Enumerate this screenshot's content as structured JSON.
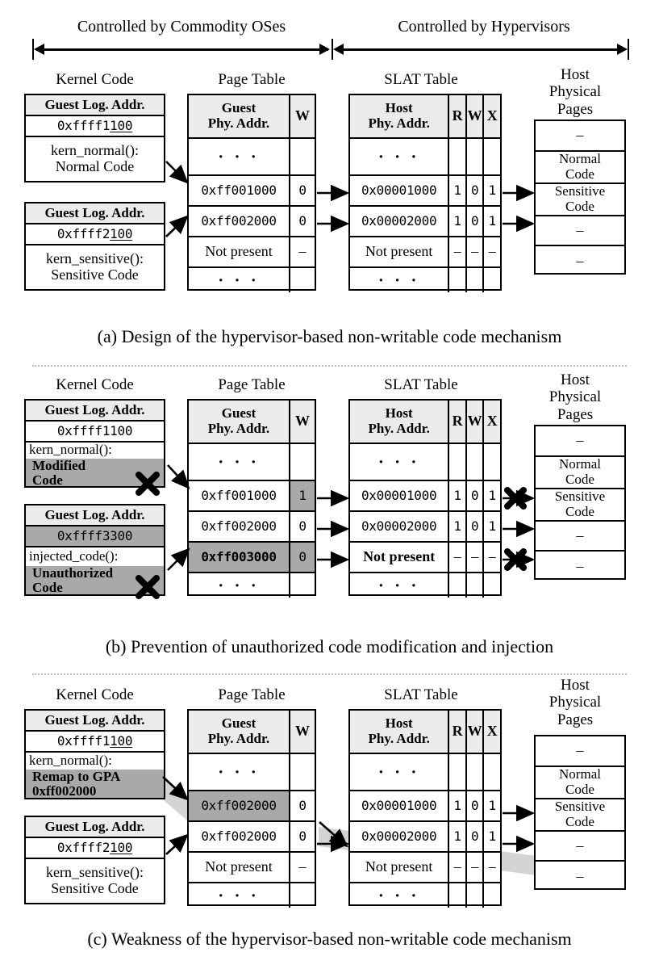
{
  "scope": {
    "left_label": "Controlled by Commodity OSes",
    "right_label": "Controlled by Hypervisors"
  },
  "column_titles": {
    "kernel_code": "Kernel Code",
    "page_table": "Page Table",
    "slat_table": "SLAT Table",
    "host_pages_l1": "Host",
    "host_pages_l2": "Physical",
    "host_pages_l3": "Pages"
  },
  "headers": {
    "guest_log_addr": "Guest Log. Addr.",
    "guest_phy_l1": "Guest",
    "guest_phy_l2": "Phy. Addr.",
    "host_phy_l1": "Host",
    "host_phy_l2": "Phy. Addr.",
    "w": "W",
    "r": "R",
    "x": "X"
  },
  "glyphs": {
    "dots": "· · ·",
    "dash": "–",
    "cross": "✖"
  },
  "panel_a": {
    "caption": "(a) Design of the hypervisor-based non-writable code mechanism",
    "kernel_blocks": [
      {
        "header": "Guest Log. Addr.",
        "addr_prefix": "0xffff1",
        "addr_suffix": "100",
        "addr_underlined": true,
        "func": "kern_normal():",
        "desc": "Normal Code",
        "desc_shaded": false
      },
      {
        "header": "Guest Log. Addr.",
        "addr_prefix": "0xffff2",
        "addr_suffix": "100",
        "addr_underlined": true,
        "func": "kern_sensitive():",
        "desc": "Sensitive Code",
        "desc_shaded": false
      }
    ],
    "page_table": {
      "columns": [
        "Guest Phy. Addr.",
        "W"
      ],
      "rows": [
        {
          "addr": "· · ·",
          "w": "",
          "type": "dots"
        },
        {
          "addr": "0xff001000",
          "w": "0",
          "type": "entry",
          "addr_shaded": false,
          "w_shaded": false
        },
        {
          "addr": "0xff002000",
          "w": "0",
          "type": "entry",
          "addr_shaded": false,
          "w_shaded": false
        },
        {
          "addr": "Not present",
          "w": "–",
          "type": "absent"
        },
        {
          "addr": "· · ·",
          "w": "",
          "type": "dots"
        }
      ]
    },
    "slat_table": {
      "columns": [
        "Host Phy. Addr.",
        "R",
        "W",
        "X"
      ],
      "rows": [
        {
          "addr": "· · ·",
          "r": "",
          "w": "",
          "x": "",
          "type": "dots"
        },
        {
          "addr": "0x00001000",
          "r": "1",
          "w": "0",
          "x": "1",
          "type": "entry"
        },
        {
          "addr": "0x00002000",
          "r": "1",
          "w": "0",
          "x": "1",
          "type": "entry"
        },
        {
          "addr": "Not present",
          "r": "–",
          "w": "–",
          "x": "–",
          "type": "absent"
        },
        {
          "addr": "· · ·",
          "r": "",
          "w": "",
          "x": "",
          "type": "dots"
        }
      ]
    },
    "host_pages": [
      {
        "label": "–"
      },
      {
        "l1": "Normal",
        "l2": "Code"
      },
      {
        "l1": "Sensitive",
        "l2": "Code"
      },
      {
        "label": "–"
      },
      {
        "label": "–"
      }
    ]
  },
  "panel_b": {
    "caption": "(b) Prevention of unauthorized code modification and injection",
    "kernel_blocks": [
      {
        "header": "Guest Log. Addr.",
        "addr_prefix": "0xffff1100",
        "addr_suffix": "",
        "addr_underlined": false,
        "addr_shaded": false,
        "func": "kern_normal():",
        "desc_l1": "Modified",
        "desc_l2": "Code",
        "desc_shaded": true,
        "has_cross": true
      },
      {
        "header": "Guest Log. Addr.",
        "addr_prefix": "0xffff3300",
        "addr_suffix": "",
        "addr_underlined": false,
        "addr_shaded": true,
        "func": "injected_code():",
        "desc_l1": "Unauthorized",
        "desc_l2": "Code",
        "desc_shaded": true,
        "has_cross": true
      }
    ],
    "page_table": {
      "rows": [
        {
          "addr": "· · ·",
          "w": "",
          "type": "dots"
        },
        {
          "addr": "0xff001000",
          "w": "1",
          "type": "entry",
          "addr_shaded": false,
          "w_shaded": true
        },
        {
          "addr": "0xff002000",
          "w": "0",
          "type": "entry",
          "addr_shaded": false,
          "w_shaded": false
        },
        {
          "addr": "0xff003000",
          "w": "0",
          "type": "entry",
          "addr_shaded": true,
          "w_shaded": true,
          "bold": true
        },
        {
          "addr": "· · ·",
          "w": "",
          "type": "dots"
        }
      ]
    },
    "slat_table": {
      "rows": [
        {
          "addr": "· · ·",
          "r": "",
          "w": "",
          "x": "",
          "type": "dots"
        },
        {
          "addr": "0x00001000",
          "r": "1",
          "w": "0",
          "x": "1",
          "type": "entry"
        },
        {
          "addr": "0x00002000",
          "r": "1",
          "w": "0",
          "x": "1",
          "type": "entry"
        },
        {
          "addr": "Not present",
          "r": "–",
          "w": "–",
          "x": "–",
          "type": "absent",
          "bold": true
        },
        {
          "addr": "· · ·",
          "r": "",
          "w": "",
          "x": "",
          "type": "dots"
        }
      ]
    },
    "host_pages": [
      {
        "label": "–"
      },
      {
        "l1": "Normal",
        "l2": "Code"
      },
      {
        "l1": "Sensitive",
        "l2": "Code"
      },
      {
        "label": "–"
      },
      {
        "label": "–"
      }
    ],
    "blocked_arrows": [
      "slat-row-1-to-normal-code",
      "slat-row-3-to-blank-page"
    ]
  },
  "panel_c": {
    "caption": "(c) Weakness of the hypervisor-based non-writable code mechanism",
    "kernel_blocks": [
      {
        "header": "Guest Log. Addr.",
        "addr_prefix": "0xffff1",
        "addr_suffix": "100",
        "addr_underlined": true,
        "func": "kern_normal():",
        "desc_l1": "Remap to GPA",
        "desc_l2": "0xff002000",
        "desc_shaded": true
      },
      {
        "header": "Guest Log. Addr.",
        "addr_prefix": "0xffff2",
        "addr_suffix": "100",
        "addr_underlined": true,
        "func": "kern_sensitive():",
        "desc": "Sensitive Code",
        "desc_shaded": false
      }
    ],
    "page_table": {
      "rows": [
        {
          "addr": "· · ·",
          "w": "",
          "type": "dots"
        },
        {
          "addr": "0xff002000",
          "w": "0",
          "type": "entry",
          "addr_shaded": true,
          "w_shaded": false
        },
        {
          "addr": "0xff002000",
          "w": "0",
          "type": "entry",
          "addr_shaded": false,
          "w_shaded": false
        },
        {
          "addr": "Not present",
          "w": "–",
          "type": "absent"
        },
        {
          "addr": "· · ·",
          "w": "",
          "type": "dots"
        }
      ]
    },
    "slat_table": {
      "rows": [
        {
          "addr": "· · ·",
          "r": "",
          "w": "",
          "x": "",
          "type": "dots"
        },
        {
          "addr": "0x00001000",
          "r": "1",
          "w": "0",
          "x": "1",
          "type": "entry"
        },
        {
          "addr": "0x00002000",
          "r": "1",
          "w": "0",
          "x": "1",
          "type": "entry"
        },
        {
          "addr": "Not present",
          "r": "–",
          "w": "–",
          "x": "–",
          "type": "absent"
        },
        {
          "addr": "· · ·",
          "r": "",
          "w": "",
          "x": "",
          "type": "dots"
        }
      ]
    },
    "host_pages": [
      {
        "label": "–"
      },
      {
        "l1": "Normal",
        "l2": "Code"
      },
      {
        "l1": "Sensitive",
        "l2": "Code"
      },
      {
        "label": "–"
      },
      {
        "label": "–"
      }
    ]
  },
  "colors": {
    "highlight_gray": "#a9a9a9",
    "header_gray": "#ebebeb",
    "ribbon_gray": "#d4d4d4",
    "stroke": "#000000"
  }
}
